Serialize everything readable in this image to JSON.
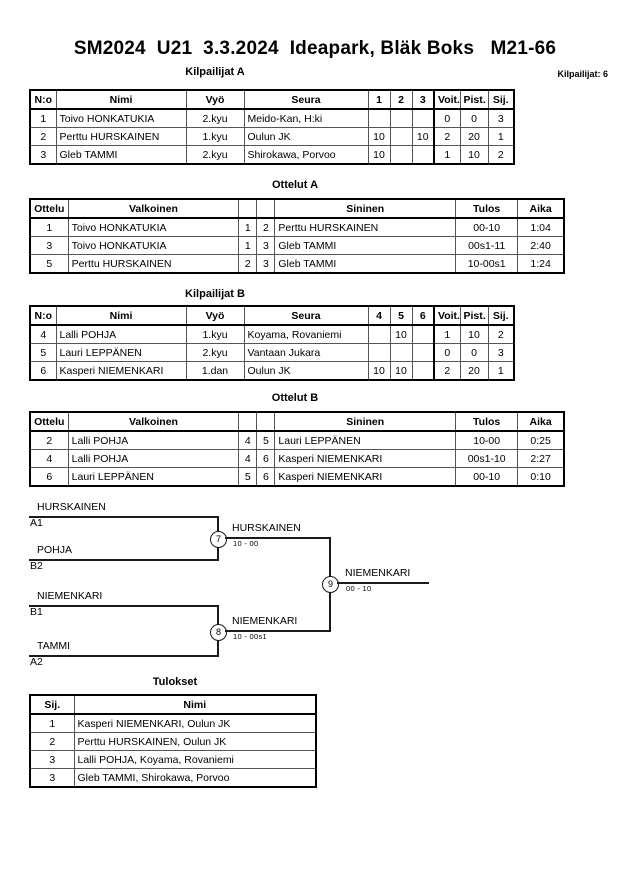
{
  "header": {
    "title": "SM2024  U21  3.3.2024  Ideapark, Bläk Boks   M21-66",
    "competitor_count_label": "Kilpailijat: 6"
  },
  "pool_a": {
    "title": "Kilpailijat A",
    "columns": [
      "N:o",
      "Nimi",
      "Vyö",
      "Seura",
      "1",
      "2",
      "3",
      "Voit.",
      "Pist.",
      "Sij."
    ],
    "rows": [
      {
        "no": "1",
        "nimi": "Toivo HONKATUKIA",
        "vyo": "2.kyu",
        "seura": "Meido-Kan, H:ki",
        "m1": "",
        "m2": "",
        "m3": "",
        "voit": "0",
        "pist": "0",
        "sij": "3"
      },
      {
        "no": "2",
        "nimi": "Perttu HURSKAINEN",
        "vyo": "1.kyu",
        "seura": "Oulun JK",
        "m1": "10",
        "m2": "",
        "m3": "10",
        "voit": "2",
        "pist": "20",
        "sij": "1"
      },
      {
        "no": "3",
        "nimi": "Gleb TAMMI",
        "vyo": "2.kyu",
        "seura": "Shirokawa, Porvoo",
        "m1": "10",
        "m2": "",
        "m3": "",
        "voit": "1",
        "pist": "10",
        "sij": "2"
      }
    ]
  },
  "matches_a": {
    "title": "Ottelut A",
    "columns": [
      "Ottelu",
      "Valkoinen",
      "",
      "",
      "Sininen",
      "Tulos",
      "Aika"
    ],
    "rows": [
      {
        "ottelu": "1",
        "valkoinen": "Toivo HONKATUKIA",
        "wn": "1",
        "bn": "2",
        "sininen": "Perttu HURSKAINEN",
        "tulos": "00-10",
        "aika": "1:04"
      },
      {
        "ottelu": "3",
        "valkoinen": "Toivo HONKATUKIA",
        "wn": "1",
        "bn": "3",
        "sininen": "Gleb TAMMI",
        "tulos": "00s1-11",
        "aika": "2:40"
      },
      {
        "ottelu": "5",
        "valkoinen": "Perttu HURSKAINEN",
        "wn": "2",
        "bn": "3",
        "sininen": "Gleb TAMMI",
        "tulos": "10-00s1",
        "aika": "1:24"
      }
    ]
  },
  "pool_b": {
    "title": "Kilpailijat B",
    "columns": [
      "N:o",
      "Nimi",
      "Vyö",
      "Seura",
      "4",
      "5",
      "6",
      "Voit.",
      "Pist.",
      "Sij."
    ],
    "rows": [
      {
        "no": "4",
        "nimi": "Lalli POHJA",
        "vyo": "1.kyu",
        "seura": "Koyama, Rovaniemi",
        "m1": "",
        "m2": "10",
        "m3": "",
        "voit": "1",
        "pist": "10",
        "sij": "2"
      },
      {
        "no": "5",
        "nimi": "Lauri LEPPÄNEN",
        "vyo": "2.kyu",
        "seura": "Vantaan Jukara",
        "m1": "",
        "m2": "",
        "m3": "",
        "voit": "0",
        "pist": "0",
        "sij": "3"
      },
      {
        "no": "6",
        "nimi": "Kasperi NIEMENKARI",
        "vyo": "1.dan",
        "seura": "Oulun JK",
        "m1": "10",
        "m2": "10",
        "m3": "",
        "voit": "2",
        "pist": "20",
        "sij": "1"
      }
    ]
  },
  "matches_b": {
    "title": "Ottelut B",
    "columns": [
      "Ottelu",
      "Valkoinen",
      "",
      "",
      "Sininen",
      "Tulos",
      "Aika"
    ],
    "rows": [
      {
        "ottelu": "2",
        "valkoinen": "Lalli POHJA",
        "wn": "4",
        "bn": "5",
        "sininen": "Lauri LEPPÄNEN",
        "tulos": "10-00",
        "aika": "0:25"
      },
      {
        "ottelu": "4",
        "valkoinen": "Lalli POHJA",
        "wn": "4",
        "bn": "6",
        "sininen": "Kasperi NIEMENKARI",
        "tulos": "00s1-10",
        "aika": "2:27"
      },
      {
        "ottelu": "6",
        "valkoinen": "Lauri LEPPÄNEN",
        "wn": "5",
        "bn": "6",
        "sininen": "Kasperi NIEMENKARI",
        "tulos": "00-10",
        "aika": "0:10"
      }
    ]
  },
  "bracket": {
    "seeds": [
      {
        "name": "HURSKAINEN",
        "code": "A1"
      },
      {
        "name": "POHJA",
        "code": "B2"
      },
      {
        "name": "NIEMENKARI",
        "code": "B1"
      },
      {
        "name": "TAMMI",
        "code": "A2"
      }
    ],
    "semi_1": {
      "number": "7",
      "winner": "HURSKAINEN",
      "score": "10 - 00"
    },
    "semi_2": {
      "number": "8",
      "winner": "NIEMENKARI",
      "score": "10 - 00s1"
    },
    "final": {
      "number": "9",
      "winner": "NIEMENKARI",
      "score": "00 - 10"
    }
  },
  "results": {
    "title": "Tulokset",
    "columns": [
      "Sij.",
      "Nimi"
    ],
    "rows": [
      {
        "sij": "1",
        "nimi": "Kasperi NIEMENKARI, Oulun JK"
      },
      {
        "sij": "2",
        "nimi": "Perttu HURSKAINEN, Oulun JK"
      },
      {
        "sij": "3",
        "nimi": "Lalli POHJA, Koyama, Rovaniemi"
      },
      {
        "sij": "3",
        "nimi": "Gleb TAMMI, Shirokawa, Porvoo"
      }
    ]
  }
}
